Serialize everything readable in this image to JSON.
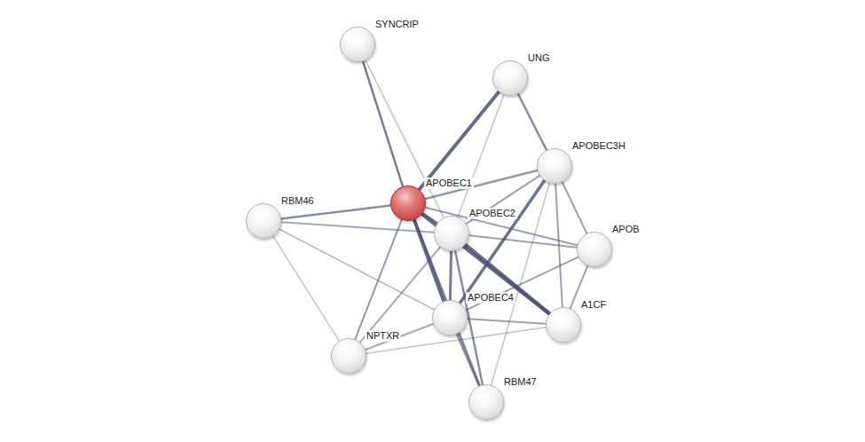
{
  "diagram": {
    "nodes": [
      {
        "text": [
          "SYNCRIP"
        ]
      },
      {
        "text": [
          "UNG"
        ]
      },
      {
        "text": [
          "APOBEC3H"
        ]
      },
      {
        "text": [
          "APOBEC1"
        ]
      },
      {
        "text": [
          "RBM46"
        ]
      },
      {
        "text": [
          "APOBEC2"
        ]
      },
      {
        "text": [
          "APOB"
        ]
      },
      {
        "text": [
          "APOBEC4"
        ]
      },
      {
        "text": [
          "A1CF"
        ]
      },
      {
        "text": [
          "NPTXR"
        ]
      },
      {
        "text": [
          "RBM47"
        ]
      }
    ],
    "edges": [
      {
        "from": 3,
        "to": 0,
        "arrow": "none"
      },
      {
        "from": 3,
        "to": 1,
        "arrow": "none"
      },
      {
        "from": 3,
        "to": 2,
        "arrow": "none"
      },
      {
        "from": 3,
        "to": 4,
        "arrow": "none"
      },
      {
        "from": 3,
        "to": 5,
        "arrow": "none"
      },
      {
        "from": 3,
        "to": 6,
        "arrow": "none"
      },
      {
        "from": 3,
        "to": 7,
        "arrow": "none"
      },
      {
        "from": 3,
        "to": 8,
        "arrow": "none"
      },
      {
        "from": 3,
        "to": 9,
        "arrow": "none"
      },
      {
        "from": 3,
        "to": 10,
        "arrow": "none"
      },
      {
        "from": 0,
        "to": 5,
        "arrow": "none"
      },
      {
        "from": 1,
        "to": 5,
        "arrow": "none"
      },
      {
        "from": 1,
        "to": 2,
        "arrow": "none"
      },
      {
        "from": 2,
        "to": 5,
        "arrow": "none"
      },
      {
        "from": 2,
        "to": 7,
        "arrow": "none"
      },
      {
        "from": 2,
        "to": 6,
        "arrow": "none"
      },
      {
        "from": 2,
        "to": 8,
        "arrow": "none"
      },
      {
        "from": 2,
        "to": 10,
        "arrow": "none"
      },
      {
        "from": 4,
        "to": 5,
        "arrow": "none"
      },
      {
        "from": 4,
        "to": 9,
        "arrow": "none"
      },
      {
        "from": 4,
        "to": 7,
        "arrow": "none"
      },
      {
        "from": 5,
        "to": 6,
        "arrow": "none"
      },
      {
        "from": 5,
        "to": 8,
        "arrow": "none"
      },
      {
        "from": 5,
        "to": 7,
        "arrow": "none"
      },
      {
        "from": 5,
        "to": 9,
        "arrow": "none"
      },
      {
        "from": 5,
        "to": 10,
        "arrow": "none"
      },
      {
        "from": 6,
        "to": 7,
        "arrow": "none"
      },
      {
        "from": 6,
        "to": 8,
        "arrow": "none"
      },
      {
        "from": 7,
        "to": 8,
        "arrow": "none"
      },
      {
        "from": 7,
        "to": 9,
        "arrow": "none"
      },
      {
        "from": 7,
        "to": 10,
        "arrow": "none"
      },
      {
        "from": 9,
        "to": 8,
        "arrow": "none"
      }
    ]
  }
}
